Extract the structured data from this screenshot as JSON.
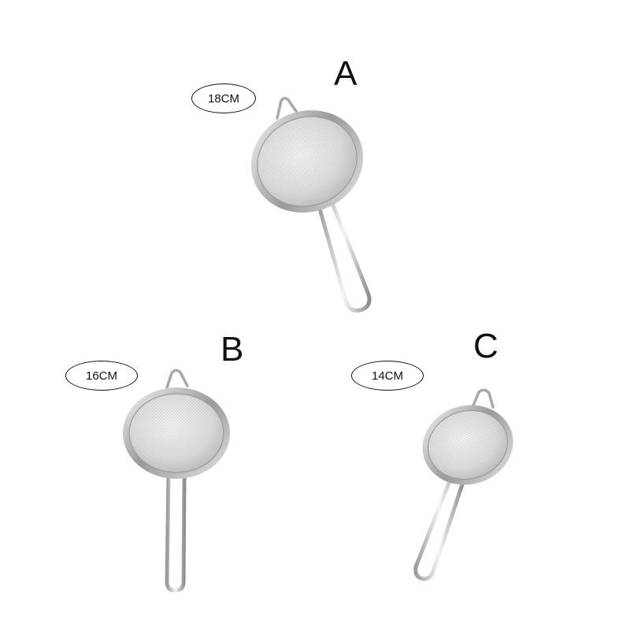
{
  "products": [
    {
      "letter": "A",
      "size": "18CM"
    },
    {
      "letter": "B",
      "size": "16CM"
    },
    {
      "letter": "C",
      "size": "14CM"
    }
  ],
  "colors": {
    "background": "#ffffff",
    "text": "#111111",
    "steel_light": "#f2f2f2",
    "steel_mid": "#c8c8c8",
    "steel_dark": "#8a8a8a",
    "mesh": "#d9d9d9"
  }
}
